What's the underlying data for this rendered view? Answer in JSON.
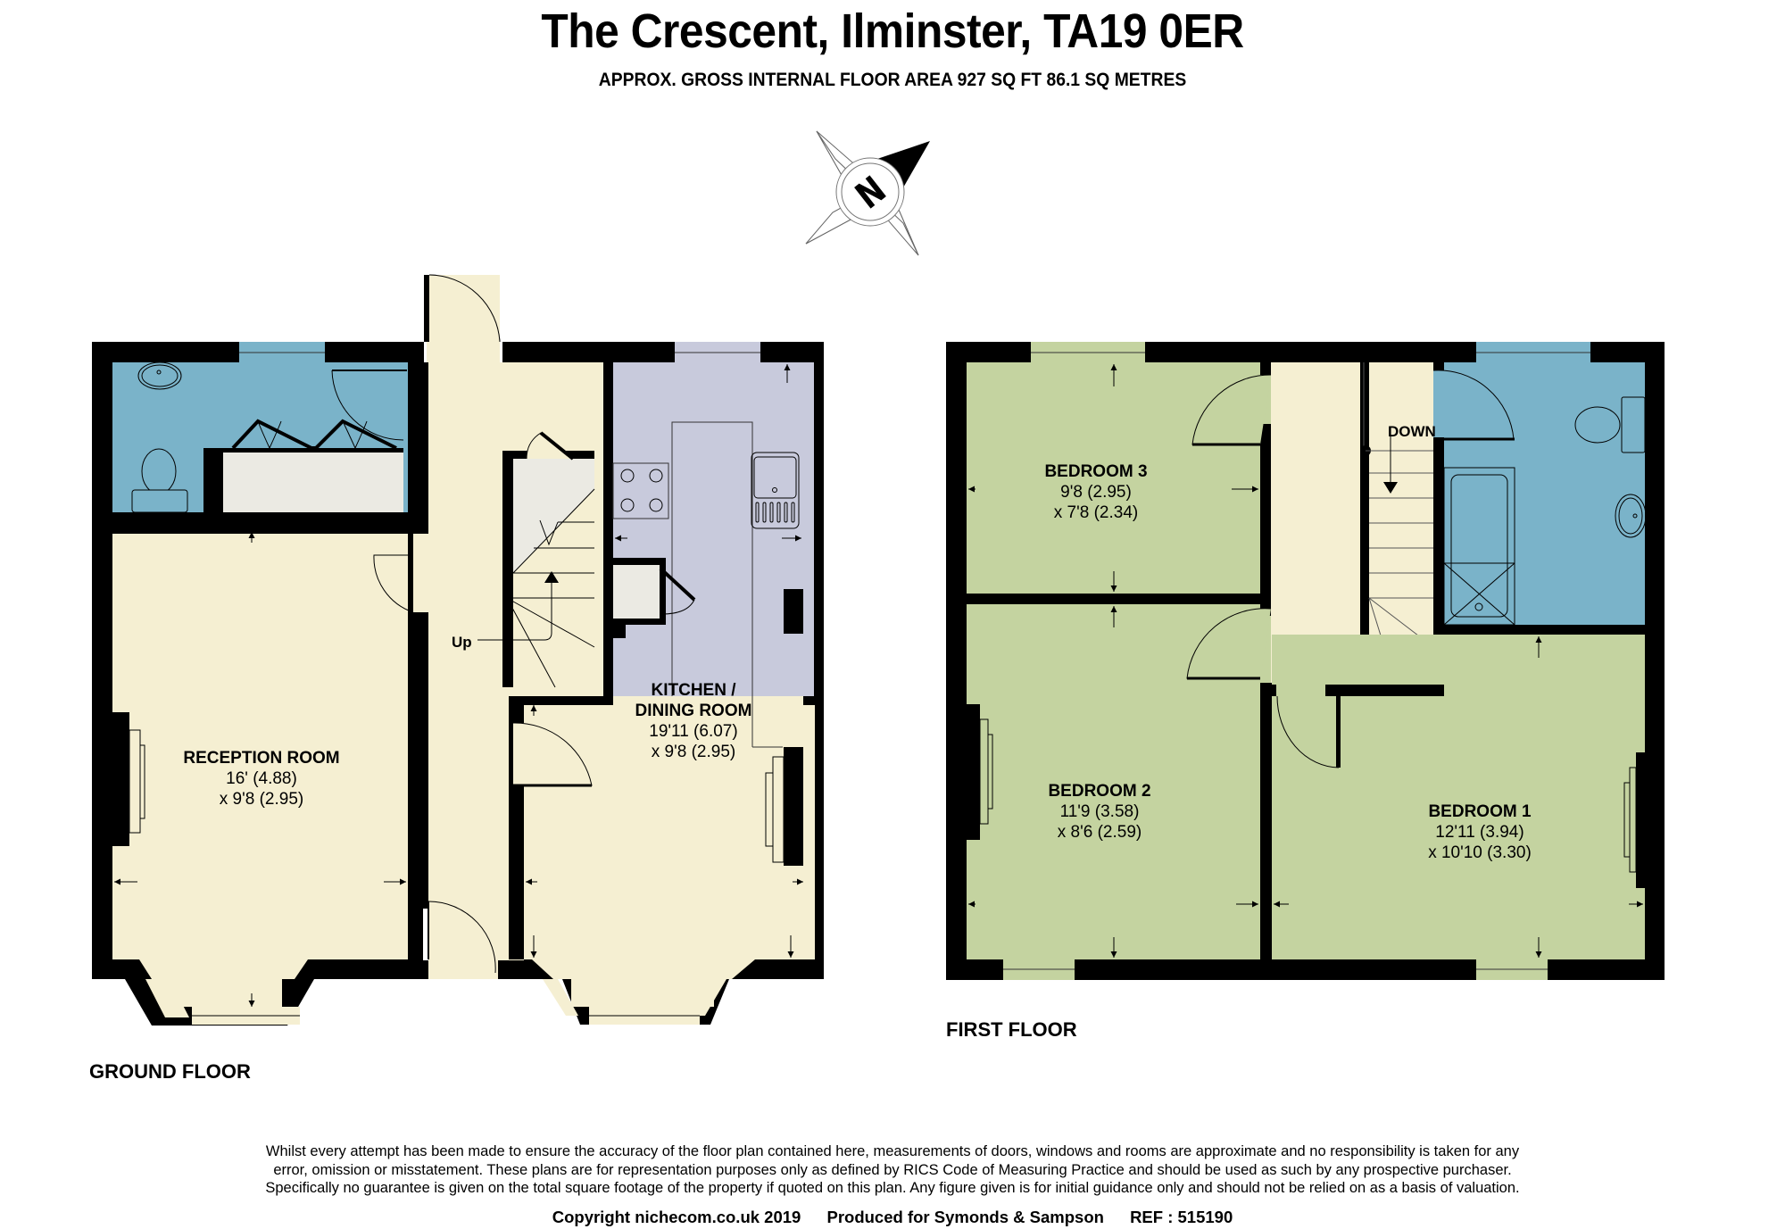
{
  "header": {
    "title": "The Crescent, Ilminster, TA19 0ER",
    "subtitle": "APPROX. GROSS INTERNAL FLOOR AREA 927 SQ FT 86.1 SQ METRES"
  },
  "compass": {
    "icon": "north-compass-icon",
    "letter": "N"
  },
  "colors": {
    "wall": "#000000",
    "bathroom": "#7ab3c9",
    "reception_hall": "#f5efd2",
    "kitchen": "#c8cadc",
    "cupboard": "#ebeae3",
    "bedroom": "#c4d3a0"
  },
  "ground_floor": {
    "label": "GROUND FLOOR",
    "stairs_label": "Up",
    "rooms": [
      {
        "name": "RECEPTION ROOM",
        "dim1": "16' (4.88)",
        "dim2": "x 9'8 (2.95)"
      },
      {
        "name": "KITCHEN /",
        "name2": "DINING ROOM",
        "dim1": "19'11 (6.07)",
        "dim2": "x 9'8 (2.95)"
      }
    ]
  },
  "first_floor": {
    "label": "FIRST FLOOR",
    "stairs_label": "DOWN",
    "rooms": [
      {
        "name": "BEDROOM 3",
        "dim1": "9'8 (2.95)",
        "dim2": "x 7'8 (2.34)"
      },
      {
        "name": "BEDROOM 2",
        "dim1": "11'9 (3.58)",
        "dim2": "x 8'6 (2.59)"
      },
      {
        "name": "BEDROOM 1",
        "dim1": "12'11 (3.94)",
        "dim2": "x 10'10 (3.30)"
      }
    ]
  },
  "disclaimer": {
    "line1": "Whilst every attempt has been made to ensure the accuracy of the floor plan contained here, measurements of doors, windows and rooms are approximate and no responsibility is taken for any",
    "line2": "error, omission or misstatement. These plans are for representation purposes only as defined by RICS Code of Measuring Practice and should be used as such by any prospective purchaser.",
    "line3": "Specifically no guarantee is given on the total square footage of the property if quoted on this plan. Any figure given is for initial guidance only and should not be relied on as a basis of valuation."
  },
  "footer": {
    "copyright": "Copyright nichecom.co.uk 2019",
    "produced_for": "Produced for Symonds & Sampson",
    "ref": "REF : 515190"
  }
}
